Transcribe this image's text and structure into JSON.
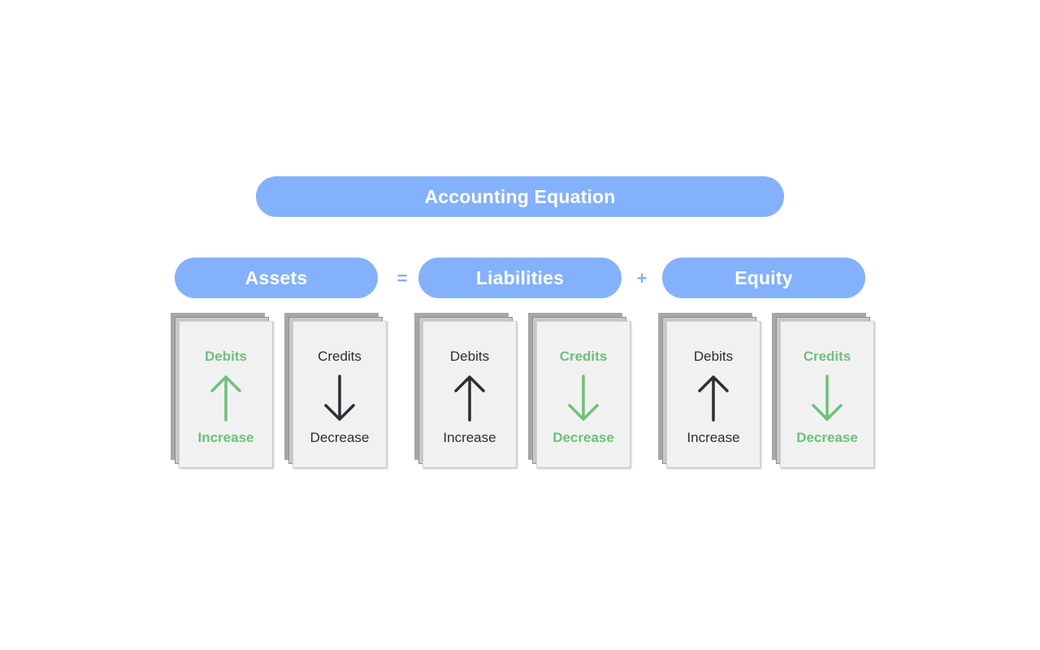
{
  "colors": {
    "pill_fill": "#84b1fb",
    "operator": "#84b1fb",
    "green": "#6ec07a",
    "dark": "#2b2f33"
  },
  "title": "Accounting Equation",
  "operators": {
    "equals": "=",
    "plus": "+"
  },
  "categories": [
    {
      "name": "Assets",
      "cards": [
        {
          "top": "Debits",
          "bottom": "Increase",
          "arrow": "up-arrow",
          "highlight": true
        },
        {
          "top": "Credits",
          "bottom": "Decrease",
          "arrow": "down-arrow",
          "highlight": false
        }
      ]
    },
    {
      "name": "Liabilities",
      "cards": [
        {
          "top": "Debits",
          "bottom": "Increase",
          "arrow": "up-arrow",
          "highlight": false
        },
        {
          "top": "Credits",
          "bottom": "Decrease",
          "arrow": "down-arrow",
          "highlight": true
        }
      ]
    },
    {
      "name": "Equity",
      "cards": [
        {
          "top": "Debits",
          "bottom": "Increase",
          "arrow": "up-arrow",
          "highlight": false
        },
        {
          "top": "Credits",
          "bottom": "Decrease",
          "arrow": "down-arrow",
          "highlight": true
        }
      ]
    }
  ]
}
